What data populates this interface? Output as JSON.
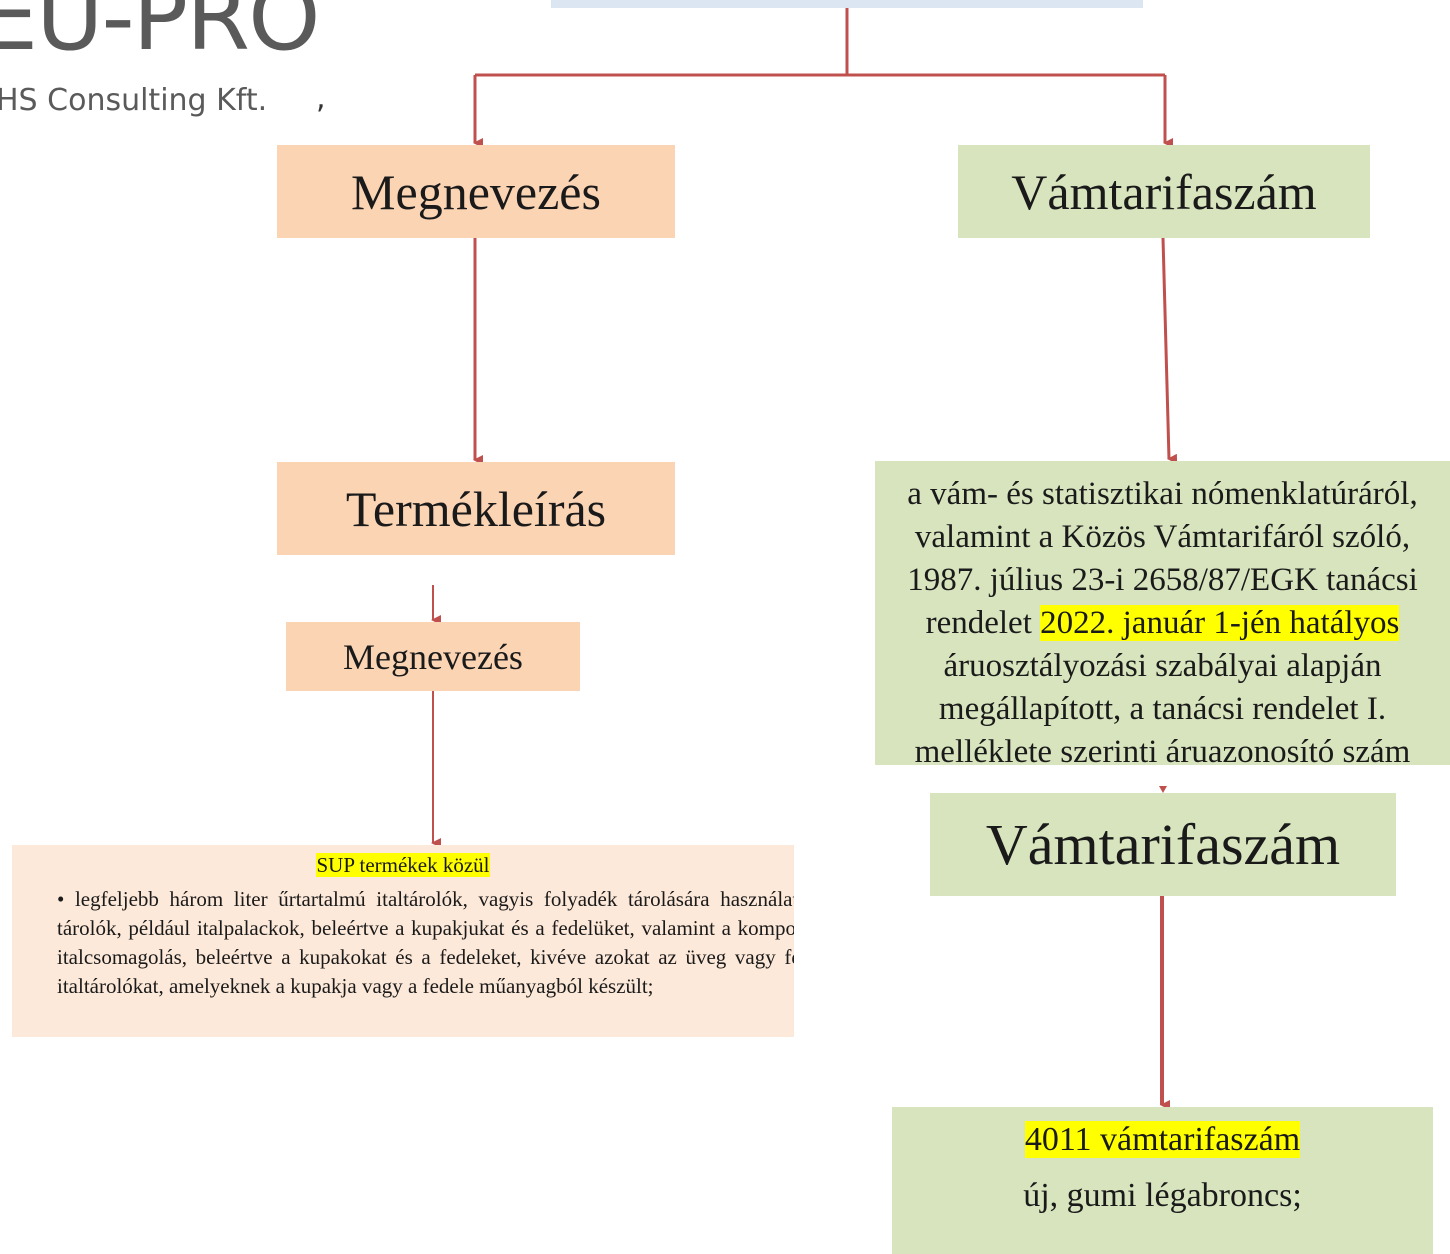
{
  "logo": {
    "main": "EU-PRO",
    "sub": "HS Consulting Kft.",
    "comma": ","
  },
  "left": {
    "name_label": "Megnevezés",
    "description_label": "Termékleírás",
    "name_label_small": "Megnevezés",
    "sup": {
      "title": "SUP termékek közül",
      "body": "• legfeljebb három liter űrtartalmú italtárolók, vagyis folyadék tárolására használatos tárolók, például italpalackok, beleértve a kupakjukat és a fedelüket, valamint a kompozit italcsomagolás, beleértve a kupakokat és a fedeleket, kivéve azokat az üveg vagy fém italtárolókat, amelyeknek a kupakja vagy a fedele műanyagból készült;"
    }
  },
  "right": {
    "tariff_label": "Vámtarifaszám",
    "regulation": {
      "text_before": "a vám- és statisztikai nómenklatúráról, valamint a Közös Vámtarifáról szóló, 1987. július 23-i 2658/87/EGK tanácsi rendelet ",
      "highlight": "2022. január 1-jén hatályos",
      "text_after": " áruosztályozási szabályai alapján megállapított, a tanácsi rendelet I. melléklete szerinti áruazonosító szám"
    },
    "tariff_label_large": "Vámtarifaszám",
    "result": {
      "code": "4011 vámtarifaszám",
      "description": "új, gumi légabroncs;"
    }
  },
  "colors": {
    "arrow": "#c0504d",
    "peach": "#fbd4b4",
    "green": "#d7e4bd",
    "sup_background": "#fde9d9",
    "highlight": "#ffff00"
  }
}
